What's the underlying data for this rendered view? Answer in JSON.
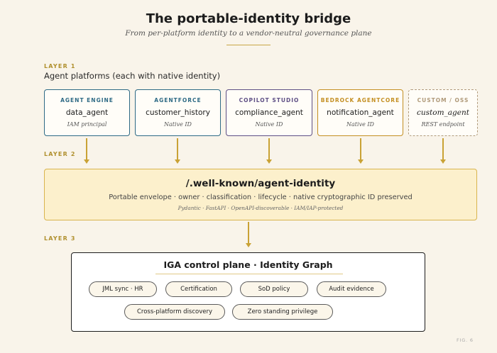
{
  "header": {
    "title": "The portable-identity bridge",
    "subtitle": "From per-platform identity to a vendor-neutral governance plane"
  },
  "layer1": {
    "tag": "LAYER 1",
    "description": "Agent platforms (each with native identity)",
    "platforms": [
      {
        "name": "AGENT ENGINE",
        "id": "data_agent",
        "identity_type": "IAM principal",
        "color": "#2e6a85",
        "border": "solid"
      },
      {
        "name": "AGENTFORCE",
        "id": "customer_history",
        "identity_type": "Native ID",
        "color": "#2e6a85",
        "border": "solid"
      },
      {
        "name": "COPILOT STUDIO",
        "id": "compliance_agent",
        "identity_type": "Native ID",
        "color": "#5e4f85",
        "border": "solid"
      },
      {
        "name": "BEDROCK AGENTCORE",
        "id": "notification_agent",
        "identity_type": "Native ID",
        "color": "#c48f22",
        "border": "solid"
      },
      {
        "name": "CUSTOM / OSS",
        "id": "custom_agent",
        "identity_type": "REST endpoint",
        "color": "#b09a7a",
        "border": "dashed"
      }
    ]
  },
  "layer2": {
    "tag": "LAYER 2",
    "title": "/.well-known/agent-identity",
    "description": "Portable envelope · owner · classification · lifecycle · native cryptographic ID preserved",
    "stack": "Pydantic · FastAPI · OpenAPI-discoverable · IAM/IAP-protected"
  },
  "layer3": {
    "tag": "LAYER 3",
    "title": "IGA control plane · Identity Graph",
    "capabilities": [
      "JML sync · HR",
      "Certification",
      "SoD policy",
      "Audit evidence",
      "Cross-platform discovery",
      "Zero standing privilege"
    ]
  },
  "footer": {
    "figure_label": "FIG. 6"
  }
}
